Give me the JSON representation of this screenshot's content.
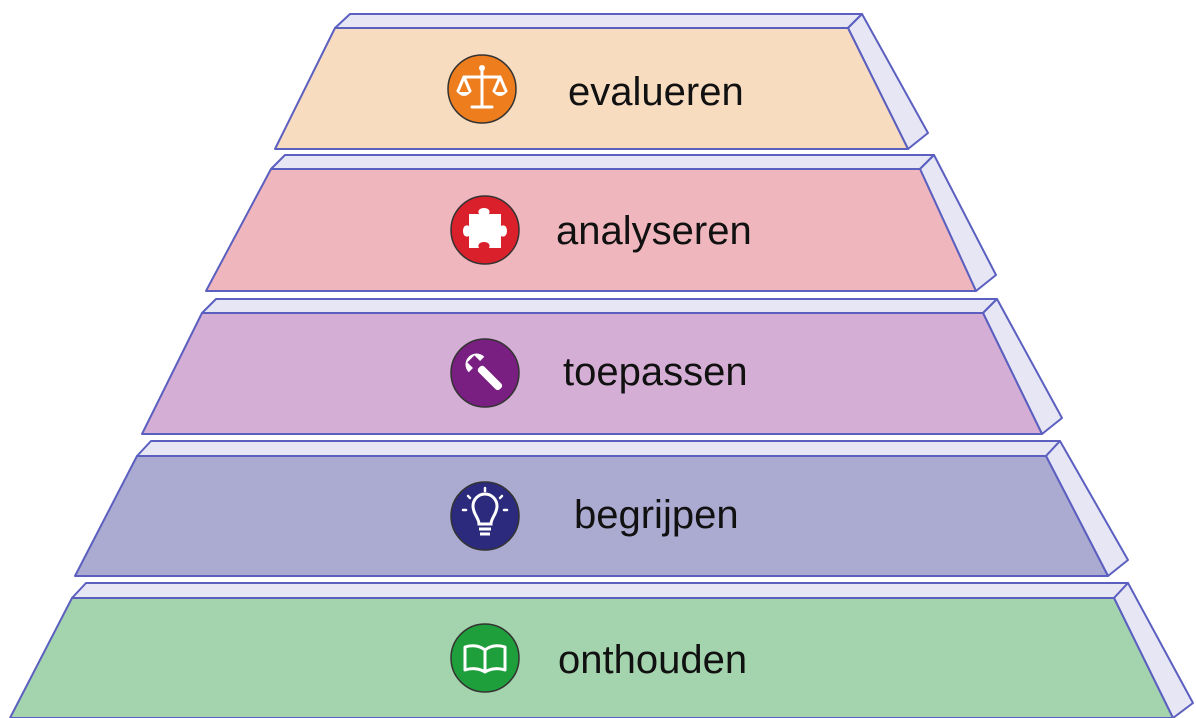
{
  "pyramid": {
    "levels": [
      {
        "label": "evalueren",
        "icon": "balance-scale-icon",
        "fill": "#f8dcc0",
        "icon_color": "#ee7d1d"
      },
      {
        "label": "analyseren",
        "icon": "puzzle-piece-icon",
        "fill": "#f0b6bd",
        "icon_color": "#d9202b"
      },
      {
        "label": "toepassen",
        "icon": "wrench-icon",
        "fill": "#d4aed4",
        "icon_color": "#7a1f82"
      },
      {
        "label": "begrijpen",
        "icon": "lightbulb-icon",
        "fill": "#abaad1",
        "icon_color": "#2b2a7d"
      },
      {
        "label": "onthouden",
        "icon": "open-book-icon",
        "fill": "#a4d4ad",
        "icon_color": "#1f9e3c"
      }
    ],
    "outline_color": "#5b5fbf",
    "edge_color": "#e6e6f5"
  }
}
